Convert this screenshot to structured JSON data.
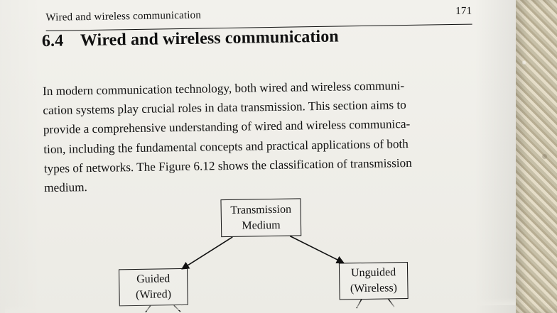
{
  "running_head": {
    "title": "Wired and wireless communication",
    "page_number": "171"
  },
  "section": {
    "number": "6.4",
    "title": "Wired and wireless communication"
  },
  "paragraph": {
    "lines": [
      "In modern communication technology, both wired and wireless communi-",
      "cation systems play crucial roles in data transmission. This section aims to",
      "provide a comprehensive understanding of wired and wireless communica-",
      "tion, including the fundamental concepts and practical applications of both",
      "types of networks. The Figure 6.12 shows the classification of transmission",
      "medium."
    ]
  },
  "diagram": {
    "root": {
      "line1": "Transmission",
      "line2": "Medium"
    },
    "guided": {
      "line1": "Guided",
      "line2": "(Wired)"
    },
    "unguided": {
      "line1": "Unguided",
      "line2": "(Wireless)"
    }
  },
  "colors": {
    "ink": "#111111",
    "paper": "#f0efe9",
    "fabric": "#d9d0b8"
  }
}
